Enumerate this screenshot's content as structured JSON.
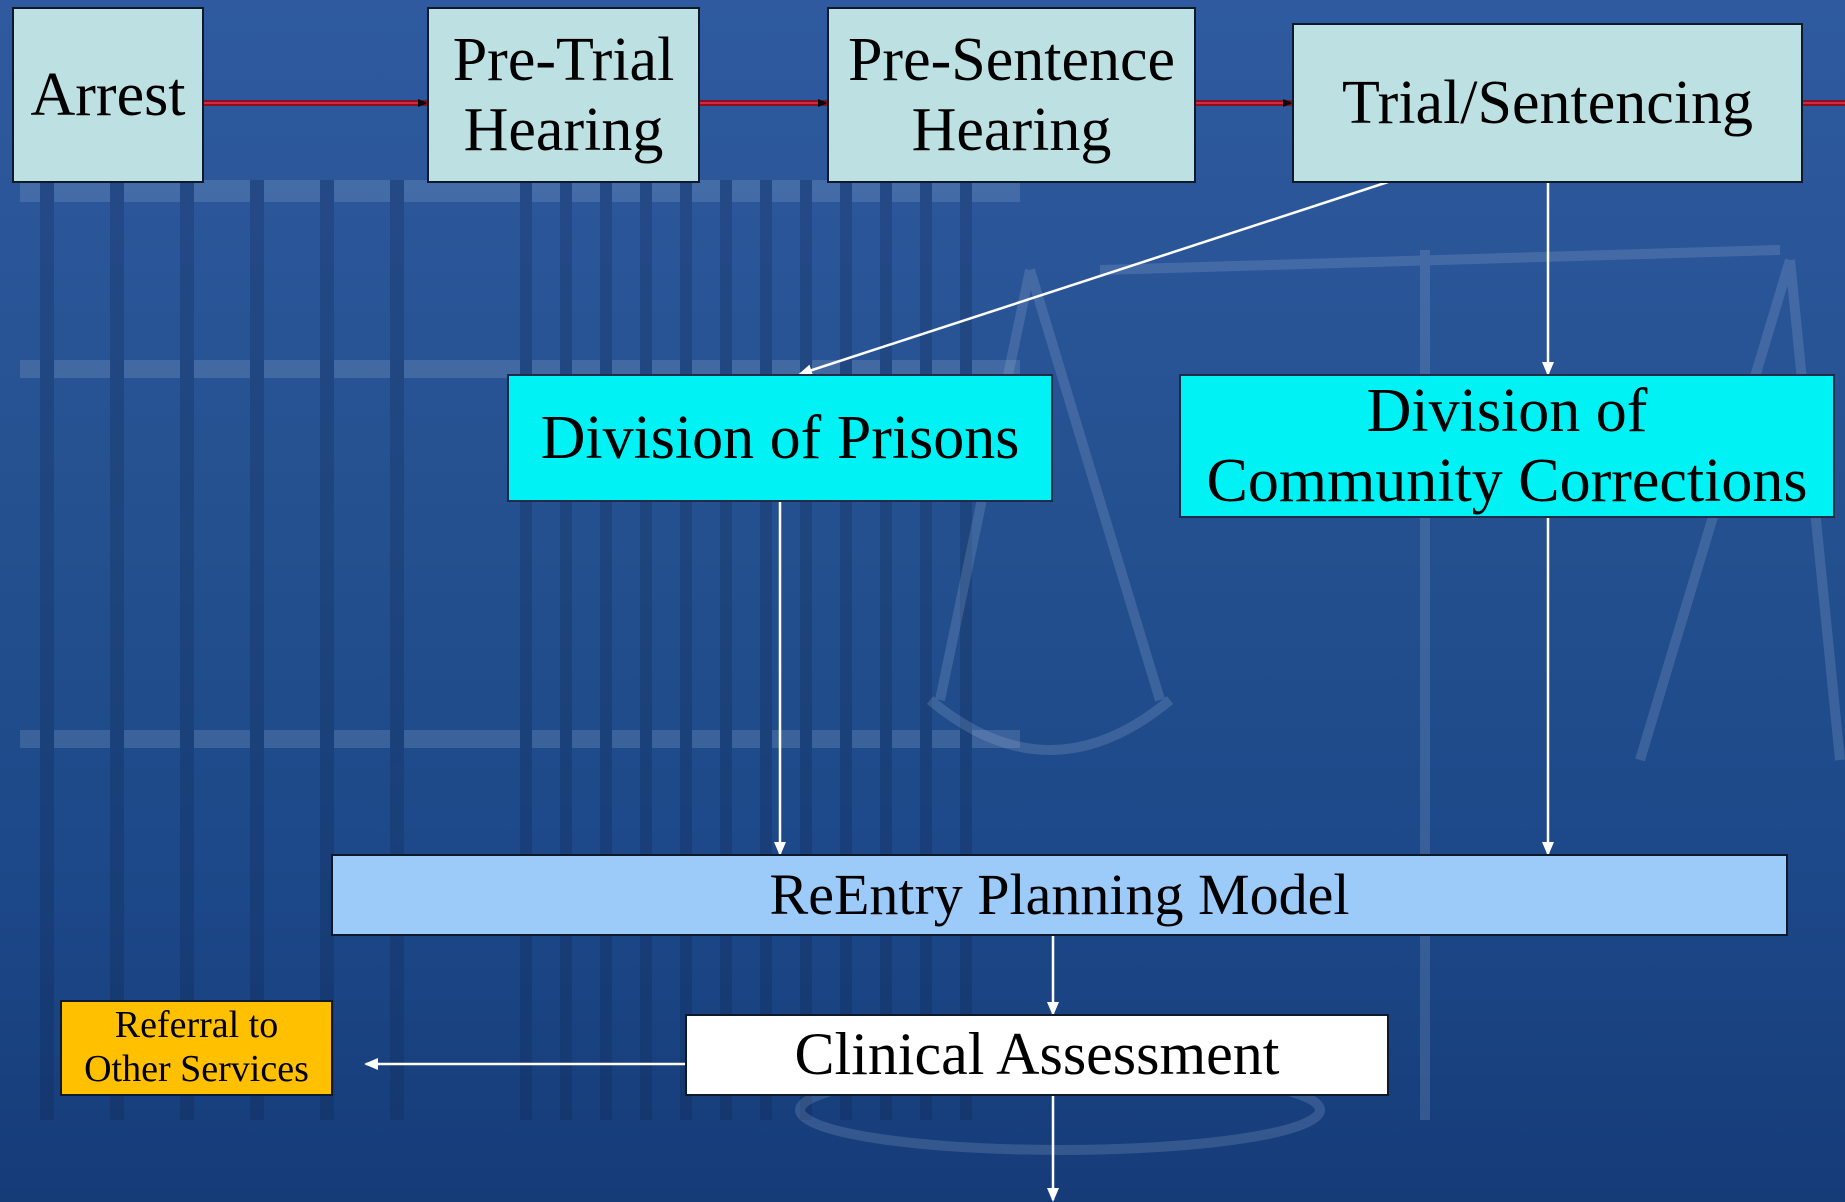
{
  "diagram": {
    "stages": [
      {
        "label": "Arrest"
      },
      {
        "label": "Pre-Trial\nHearing"
      },
      {
        "label": "Pre-Sentence\nHearing"
      },
      {
        "label": "Trial/Sentencing"
      }
    ],
    "divisions": [
      {
        "label": "Division of Prisons"
      },
      {
        "label": "Division of\nCommunity Corrections"
      }
    ],
    "reentry": {
      "label": "ReEntry Planning Model"
    },
    "clinical": {
      "label": "Clinical Assessment"
    },
    "referral": {
      "label": "Referral to\nOther Services"
    }
  },
  "colors": {
    "stage_fill": "#bde0e3",
    "division_fill": "#00f2f5",
    "reentry_fill": "#9ccbfa",
    "clinical_fill": "#ffffff",
    "referral_fill": "#ffc000",
    "timeline_line": "#c0203a",
    "connector": "#ffffff"
  }
}
